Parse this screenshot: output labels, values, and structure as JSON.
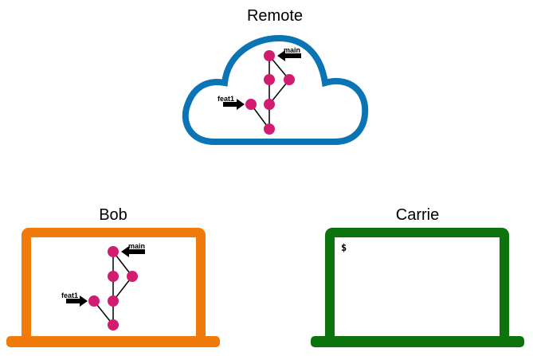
{
  "colors": {
    "remote": "#0a74b5",
    "bob": "#f07b0a",
    "carrie": "#0d730d",
    "commit": "#d21c6f",
    "edge": "#000000",
    "arrow": "#000000"
  },
  "remote": {
    "title": "Remote",
    "icon": "cloud-icon",
    "refs": {
      "main": "main",
      "feat1": "feat1"
    }
  },
  "bob": {
    "title": "Bob",
    "icon": "laptop-icon",
    "refs": {
      "main": "main",
      "feat1": "feat1"
    }
  },
  "carrie": {
    "title": "Carrie",
    "icon": "laptop-icon",
    "prompt": "$"
  }
}
